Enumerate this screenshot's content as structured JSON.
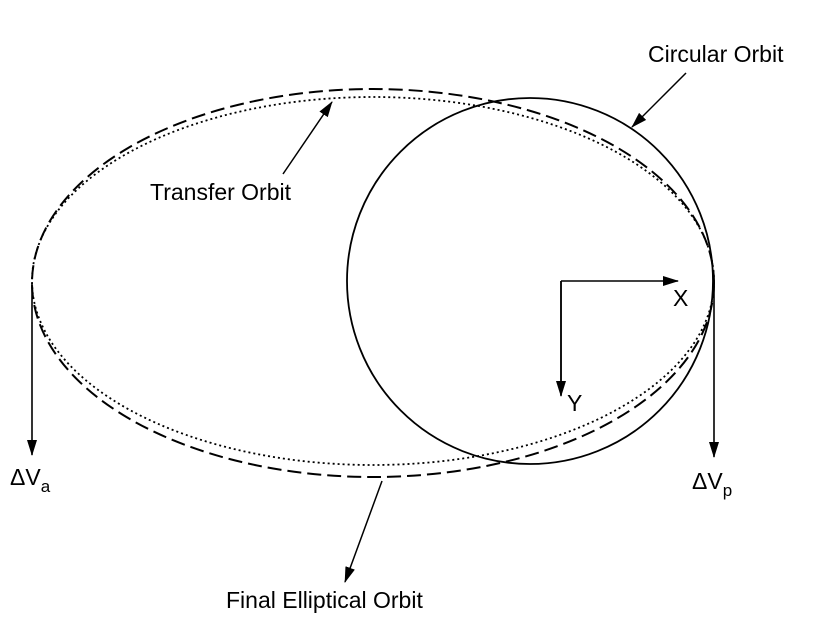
{
  "labels": {
    "circular_orbit": "Circular Orbit",
    "transfer_orbit": "Transfer Orbit",
    "final_elliptical_orbit": "Final Elliptical Orbit",
    "axis_x": "X",
    "axis_y": "Y",
    "delta_v_apoapsis": {
      "symbol": "ΔV",
      "subscript": "a"
    },
    "delta_v_periapsis": {
      "symbol": "ΔV",
      "subscript": "p"
    }
  },
  "colors": {
    "stroke": "#000000",
    "background": "#ffffff"
  }
}
